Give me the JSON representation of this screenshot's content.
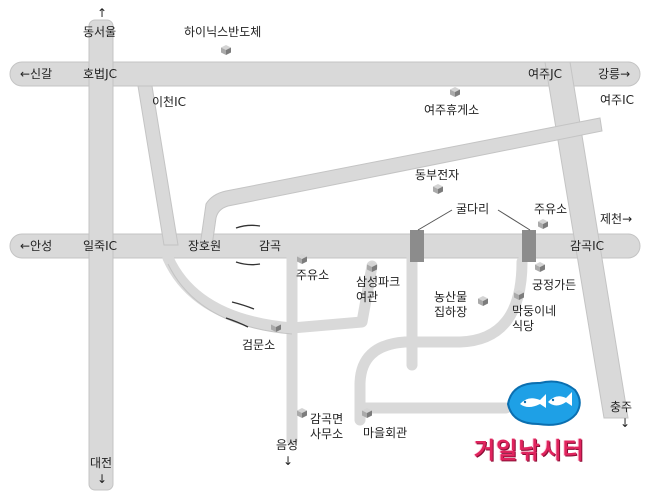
{
  "map": {
    "labels": {
      "dongseoul": "동서울",
      "arrow_up": "↑",
      "hynix": "하이닉스반도체",
      "singal": "←신갈",
      "hobeop_jc": "호법JC",
      "yeoju_jc": "여주JC",
      "gangneung": "강릉→",
      "icheon_ic": "이천IC",
      "yeoju_ic": "여주IC",
      "yeoju_rest": "여주휴게소",
      "dongbu": "동부전자",
      "guldari": "굴다리",
      "gas_station_top": "주유소",
      "jecheon": "제천→",
      "anseong": "←안성",
      "iljuk_ic": "일죽IC",
      "janghowon": "장호원",
      "gamgok": "감곡",
      "gamgok_ic": "감곡IC",
      "gas_station_mid": "주유소",
      "samsung_park": "삼성파크\n여관",
      "gungjeong": "궁정가든",
      "nongsan": "농산물\n집하장",
      "makdong": "막둥이네\n식당",
      "geommunso": "검문소",
      "gamgok_office": "감곡면\n사무소",
      "maeul_hall": "마을회관",
      "eumseong": "음성",
      "arrow_down_eumseong": "↓",
      "chungju": "충주",
      "arrow_down_chungju": "↓",
      "daejeon": "대전",
      "arrow_down_daejeon": "↓"
    },
    "brand": "거일낚시터",
    "colors": {
      "road": "#d9d9d9",
      "road_edge": "#bdbdbd",
      "underpass": "#8c8c8c",
      "marker_top": "#d4d4d4",
      "marker_left": "#aaaaaa",
      "marker_right": "#7c7c7c",
      "logo_blue": "#1ea0e6",
      "brand_pink": "#e0245e"
    }
  }
}
